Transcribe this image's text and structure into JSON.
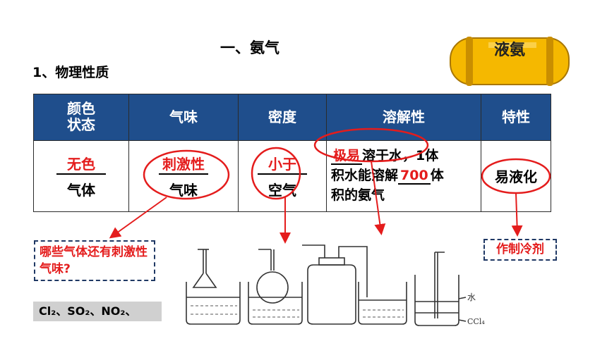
{
  "title": "一、氨气",
  "subtitle": "1、物理性质",
  "tank_label": "液氨",
  "table": {
    "headers": [
      "颜色\n状态",
      "气味",
      "密度",
      "溶解性",
      "特性"
    ],
    "color_state": {
      "answer": "无色",
      "suffix": "气体"
    },
    "odor": {
      "answer": "刺激性",
      "suffix": "气味"
    },
    "density": {
      "answer": "小于",
      "suffix": "空气"
    },
    "solubility": {
      "answer": "极易",
      "line1_rest": "溶于水，1体",
      "line2_pre": "积水能溶解",
      "answer2": "700",
      "line2_post": "体",
      "line3": "积的氨气"
    },
    "property": "易液化"
  },
  "callout_odor": "哪些气体还有刺激性气味?",
  "callout_use": "作制冷剂",
  "gases_text": "Cl₂、SO₂、NO₂、",
  "apparatus_labels": {
    "water": "水",
    "ccl4": "CCl₄"
  },
  "colors": {
    "header_bg": "#1f4e8c",
    "answer_red": "#e41c1c",
    "callout_border": "#1f3864",
    "tank_yellow": "#f5b800"
  }
}
